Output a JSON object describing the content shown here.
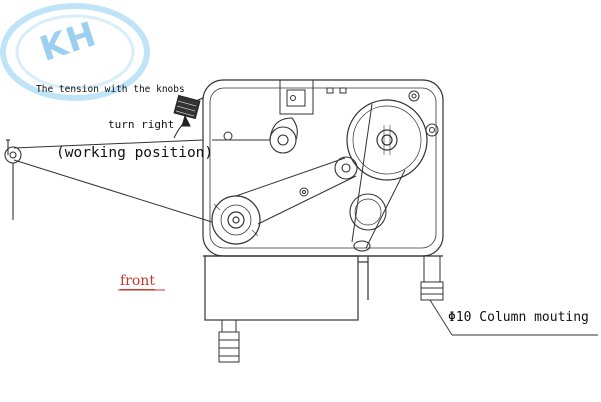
{
  "labels": {
    "tension": "The tension with the knobs",
    "turn": "turn right",
    "working": "(working position)",
    "front": "front",
    "column": "Φ10 Column mouting"
  },
  "logo": {
    "text": "KH",
    "color": "#9ccff0"
  },
  "colors": {
    "line": "#333333",
    "front_label": "#c0392b",
    "logo": "#9ccff0"
  }
}
